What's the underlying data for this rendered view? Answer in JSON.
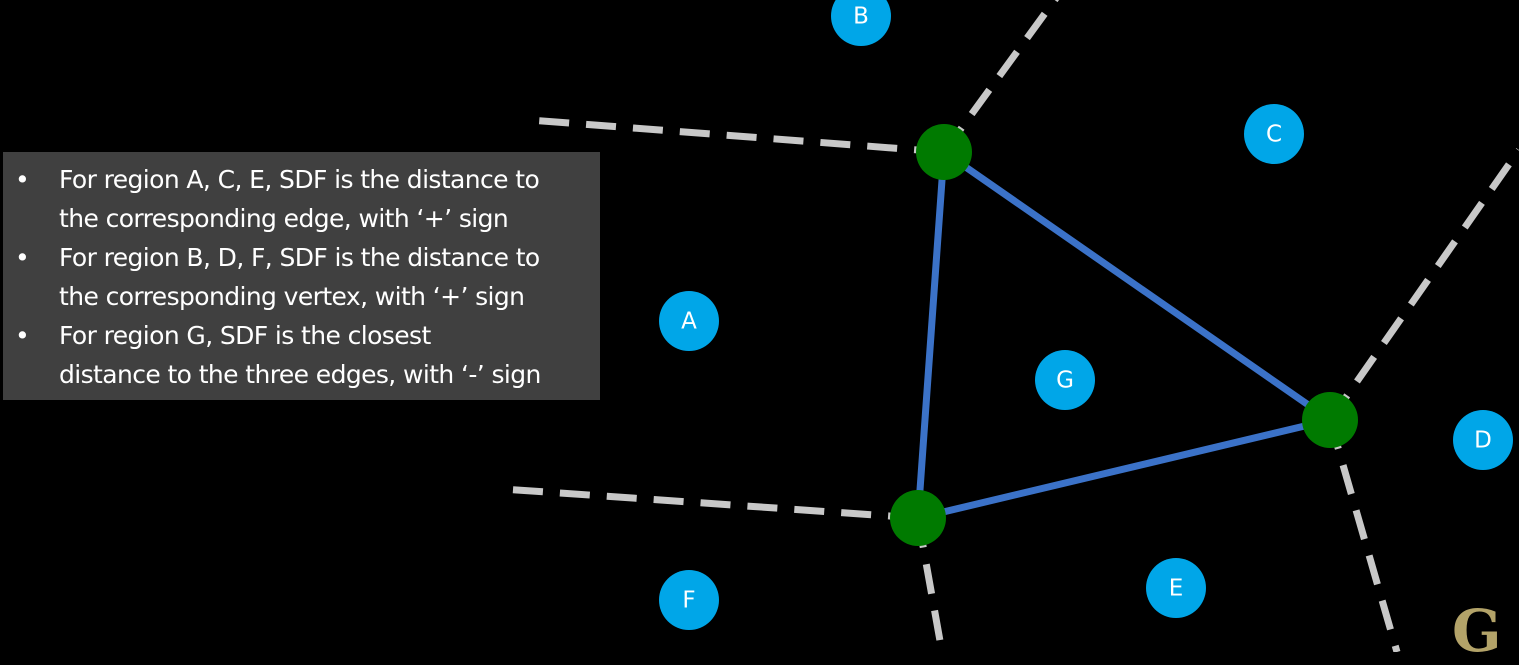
{
  "title": "",
  "notes": [
    "For region A, C, E, SDF is the distance to the corresponding edge, with ‘+’ sign",
    "For region B, D, F, SDF is the distance to the corresponding vertex, with ‘+’ sign",
    "For region G, SDF is the closest distance to the three edges, with ‘-’ sign"
  ],
  "note_lines": [
    [
      "For region A, C, E, SDF is the distance to",
      "the corresponding edge, with ‘+’ sign"
    ],
    [
      "For region B, D, F, SDF is the distance to",
      "the corresponding vertex, with ‘+’ sign"
    ],
    [
      "For region G, SDF is the closest",
      "distance to the three edges, with ‘-’ sign"
    ]
  ],
  "bullet_symbol": "•",
  "regions": [
    "A",
    "B",
    "C",
    "D",
    "E",
    "F",
    "G"
  ],
  "logo_text": "G",
  "colors": {
    "background": "#000000",
    "info_box": "#404040",
    "edge": "#3b72c8",
    "vertex": "#007a00",
    "region_badge": "#00a6e8",
    "divider": "#c8c8c8",
    "logo": "#b3a369"
  }
}
